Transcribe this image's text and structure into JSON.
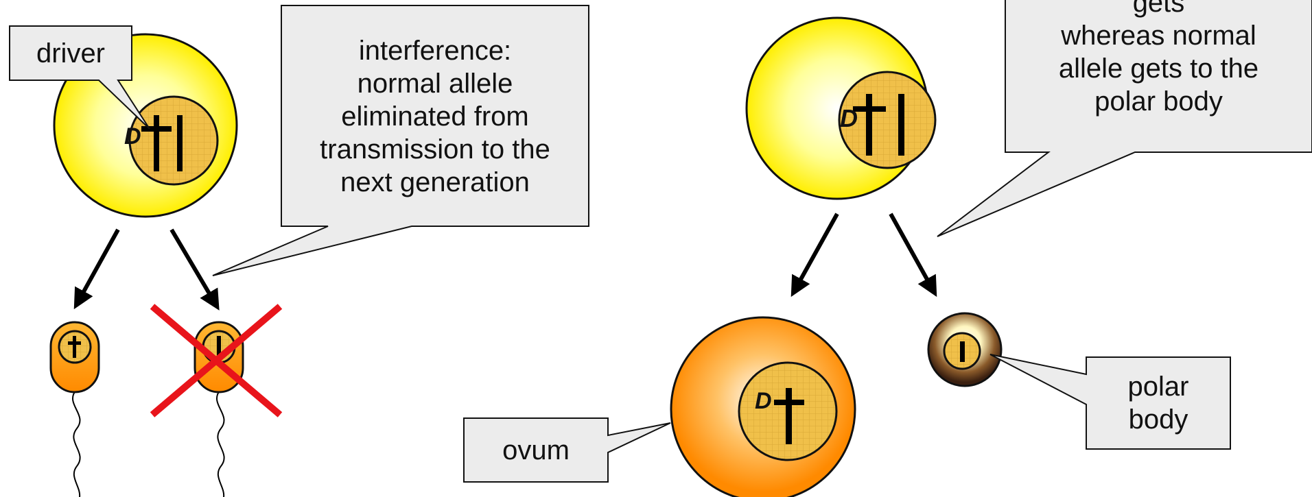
{
  "callouts": {
    "driver": "driver",
    "interference": [
      "interference:",
      "normal allele",
      "eliminated from",
      "transmission to the",
      "next generation"
    ],
    "preferential": [
      "gets",
      "whereas normal",
      "allele gets to the",
      "polar body"
    ],
    "ovum": "ovum",
    "polar_body": [
      "polar",
      "body"
    ]
  },
  "labels": {
    "driver_allele": "D"
  },
  "colors": {
    "cell_yellow": "#ffff33",
    "cell_orange": "#ff9900",
    "nucleus": "#f2c14e",
    "polar_body_dark": "#4a2a14",
    "cross_red": "#e8141b",
    "box_fill": "#ececec"
  },
  "icons": {
    "cross": "red-x-icon",
    "arrow": "arrow-icon",
    "tail": "sperm-tail-icon"
  }
}
